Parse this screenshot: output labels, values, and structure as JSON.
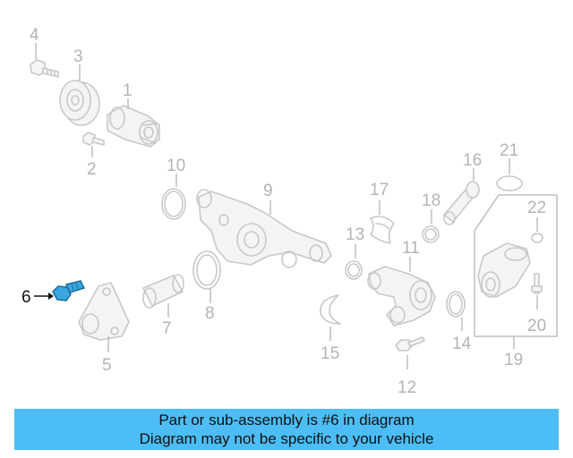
{
  "diagram": {
    "labels": {
      "p1": "1",
      "p2": "2",
      "p3": "3",
      "p4": "4",
      "p5": "5",
      "p6": "6",
      "p7": "7",
      "p8": "8",
      "p10": "10",
      "p9": "9",
      "p11": "11",
      "p12": "12",
      "p13": "13",
      "p14": "14",
      "p15": "15",
      "p16": "16",
      "p17": "17",
      "p18": "18",
      "p19": "19",
      "p20": "20",
      "p21": "21",
      "p22": "22"
    },
    "highlighted_part": "6",
    "colors": {
      "highlight": "#3aa6e0",
      "parts": "#c8c8c8",
      "banner": "#4dbdf6"
    }
  },
  "banner": {
    "line1": "Part or sub-assembly is #6 in diagram",
    "line2": "Diagram may not be specific to your vehicle"
  }
}
